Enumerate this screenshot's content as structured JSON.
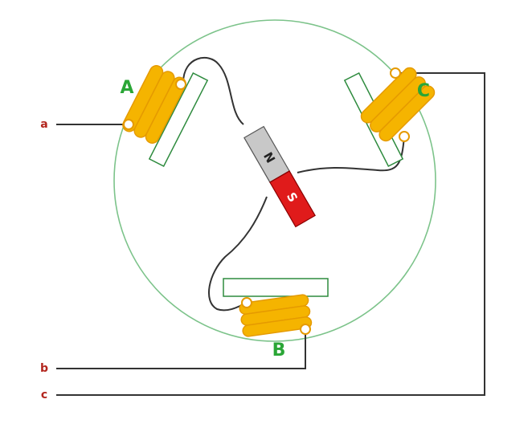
{
  "coils": {
    "a": {
      "label": "A"
    },
    "b": {
      "label": "B"
    },
    "c": {
      "label": "C"
    }
  },
  "terminals": {
    "a": "a",
    "b": "b",
    "c": "c"
  },
  "magnet": {
    "north": "N",
    "south": "S"
  },
  "colors": {
    "stator_ring": "#7cc38a",
    "coil_fill": "#f5b400",
    "coil_stroke": "#e59a00",
    "core_fill": "#ffffff",
    "core_stroke": "#2e8b3e",
    "wire": "#333333",
    "magnet_north": "#c8c8c8",
    "magnet_south": "#e01b1b",
    "coil_label": "#2aa636",
    "terminal_label": "#b3261e"
  }
}
